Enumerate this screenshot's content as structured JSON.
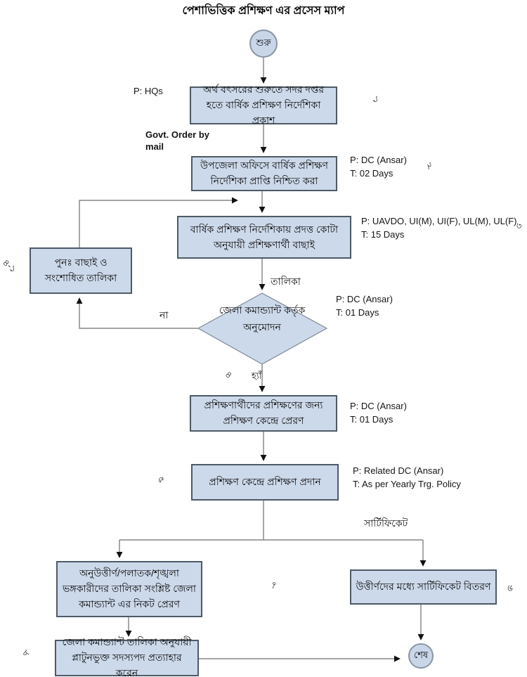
{
  "title": "পেশাভিত্তিক প্রশিক্ষণ এর প্রসেস ম্যাপ",
  "colors": {
    "node_fill": "#ccd9ea",
    "node_border": "#4d5a66",
    "diamond_border": "#7d8894",
    "line": "#6e6e6e",
    "arrowhead": "#111111",
    "background": "#ffffff"
  },
  "nodes": {
    "start": "শুরু",
    "publish_directive": "অর্থ বৎসরের শুরুতে সদর দপ্তর হতে বার্ষিক প্রশিক্ষণ নির্দেশিকা প্রকাশ",
    "confirm_receipt": "উপজেলা অফিসে বার্ষিক প্রশিক্ষণ নির্দেশিকা প্রাপ্তি নিশ্চিত করা",
    "select_trainees": "বার্ষিক প্রশিক্ষণ নির্দেশিকায় প্রদত্ত কোটা অনুযায়ী প্রশিক্ষণার্থী বাছাই",
    "rework_list": "পুনঃ বাছাই ও সংশোধিত তালিকা",
    "approval_decision": "জেলা কমান্ড্যান্ট কর্তৃক অনুমোদন",
    "send_to_center": "প্রশিক্ষণার্থীদের প্রশিক্ষণের জন্য প্রশিক্ষণ কেন্দ্রে প্রেরণ",
    "provide_training": "প্রশিক্ষণ কেন্দ্রে প্রশিক্ষণ প্রদান",
    "send_failed_list": "অনুউত্তীর্ণ/পলাতক/শৃঙ্খলা ভঙ্গকারীদের তালিকা সংশ্লিষ্ট জেলা কমান্ড্যান্ট এর নিকট প্রেরণ",
    "distribute_certificates": "উত্তীর্ণদের মধ্যে সার্টিফিকেট বিতরণ",
    "withdraw_membership": "জেলা কমান্ড্যান্ট তালিকা অনুযায়ী প্লাটুনভুক্ত সদস্যপদ প্রত্যাহার করেন",
    "end": "শেষ"
  },
  "annotations": {
    "hq": "P: HQs",
    "govt_order": "Govt. Order by mail",
    "receipt_p": "P: DC (Ansar)",
    "receipt_t": "T: 02 Days",
    "select_p": "P: UAVDO, UI(M), UI(F), UL(M), UL(F)",
    "select_t": "T: 15 Days",
    "approval_p": "P: DC (Ansar)",
    "approval_t": "T: 01 Days",
    "send_p": "P: DC (Ansar)",
    "send_t": "T: 01 Days",
    "training_p": "P: Related DC (Ansar)",
    "training_t": "T: As per Yearly Trg. Policy"
  },
  "edge_labels": {
    "list": "তালিকা",
    "no": "না",
    "yes": "হ্যাঁ",
    "certificate": "সার্টিফিকেট"
  },
  "step_numbers": {
    "n1": "১",
    "n2": "২",
    "n3": "৩",
    "n4": "৪",
    "n4_1": "৪-১",
    "n5": "৫",
    "n6": "৬",
    "n7": "৭",
    "n8": "৮"
  }
}
